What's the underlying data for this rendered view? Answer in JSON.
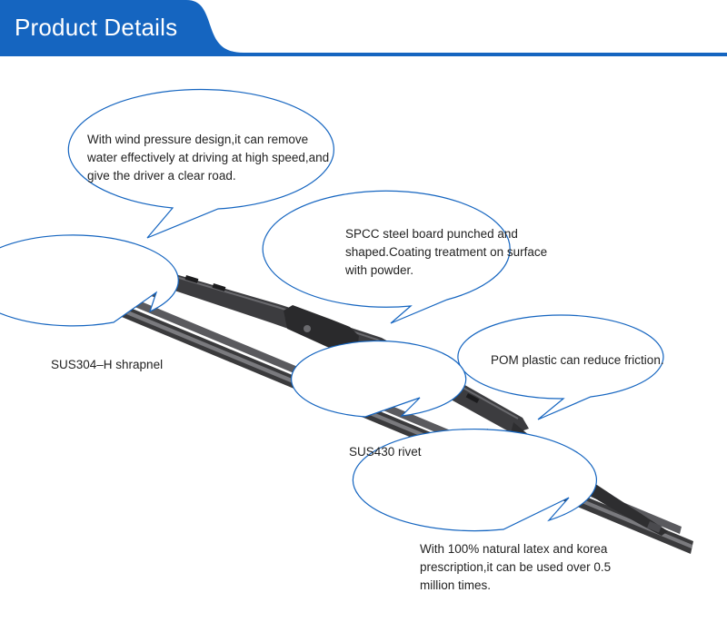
{
  "header": {
    "title": "Product Details",
    "accent_color": "#1565c0"
  },
  "callouts": {
    "wind_pressure": "With wind pressure design,it can remove water effectively at driving at high speed,and give the driver a clear road.",
    "spcc_steel": "SPCC steel board punched and shaped.Coating treatment on surface with powder.",
    "sus304": "SUS304–H shrapnel",
    "pom_plastic": "POM plastic can reduce friction.",
    "sus430": "SUS430 rivet",
    "natural_latex": "With 100% natural latex and korea prescription,it can be used over 0.5 million times."
  }
}
